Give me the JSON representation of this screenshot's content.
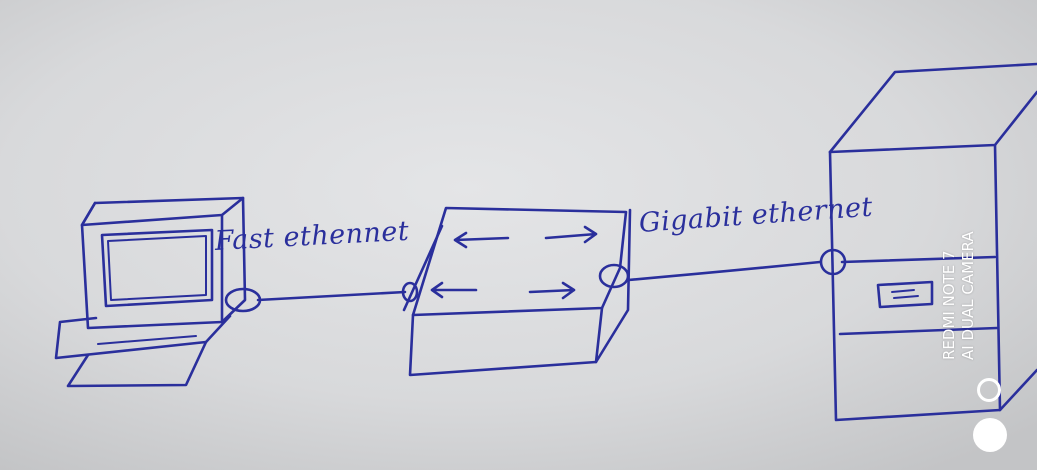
{
  "labels": {
    "fast": "Fast ethennet",
    "giga": "Gigabit ethernet"
  },
  "watermark": {
    "line1": "REDMI NOTE 7",
    "line2": "AI DUAL CAMERA"
  },
  "colors": {
    "ink": "#2a2f9c",
    "paper": "#d9dadc",
    "watermark": "#ffffff"
  },
  "icons": {
    "computer": "pc-sketch",
    "switch": "network-switch-sketch",
    "server": "server-tower-sketch"
  }
}
